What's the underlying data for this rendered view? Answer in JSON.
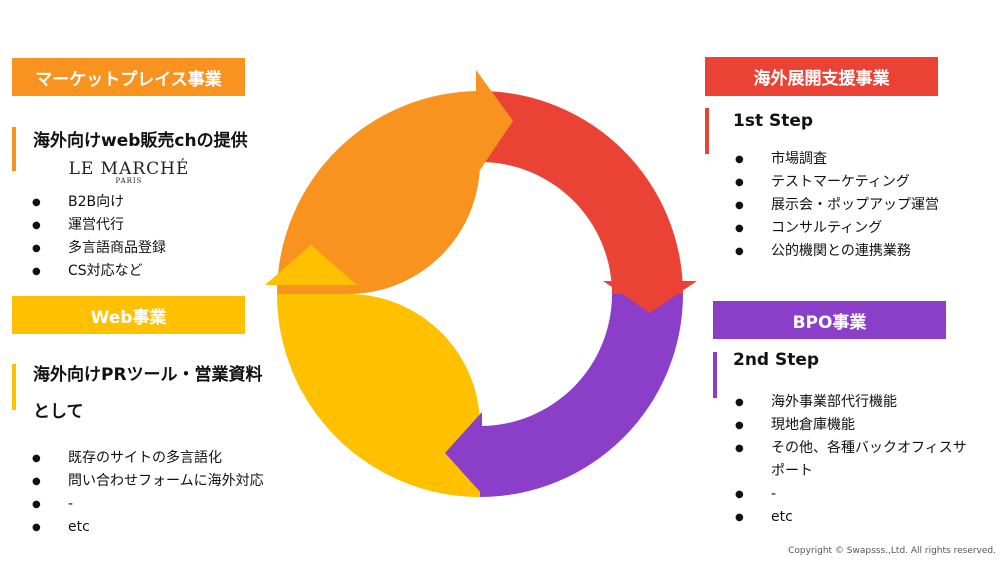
{
  "marketplace": {
    "header": "マーケットプレイス事業",
    "heading": "海外向けweb販売chの提供",
    "logo_text": "LE MARCHÉ",
    "logo_sub": "PARIS",
    "items": [
      "B2B向け",
      "運営代行",
      "多言語商品登録",
      "CS対応など"
    ],
    "color": "#F7931E"
  },
  "web": {
    "header": "Web事業",
    "heading_line1": "海外向けPRツール・営業資料",
    "heading_line2": "として",
    "items": [
      "既存のサイトの多言語化",
      "問い合わせフォームに海外対応",
      "-",
      "etc"
    ],
    "color": "#FFC000"
  },
  "overseas": {
    "header": "海外展開支援事業",
    "step": "1st Step",
    "items": [
      "市場調査",
      "テストマーケティング",
      "展示会・ポップアップ運営",
      "コンサルティング",
      "公的機関との連携業務"
    ],
    "color": "#EA4335"
  },
  "bpo": {
    "header": "BPO事業",
    "step": "2nd Step",
    "items": [
      "海外事業部代行機能",
      "現地倉庫機能",
      "その他、各種バックオフィスサ",
      "ポート",
      "-",
      "etc"
    ],
    "color": "#8B3FC8"
  },
  "copyright": "Copyright © Swapsss.,Ltd. All rights reserved."
}
